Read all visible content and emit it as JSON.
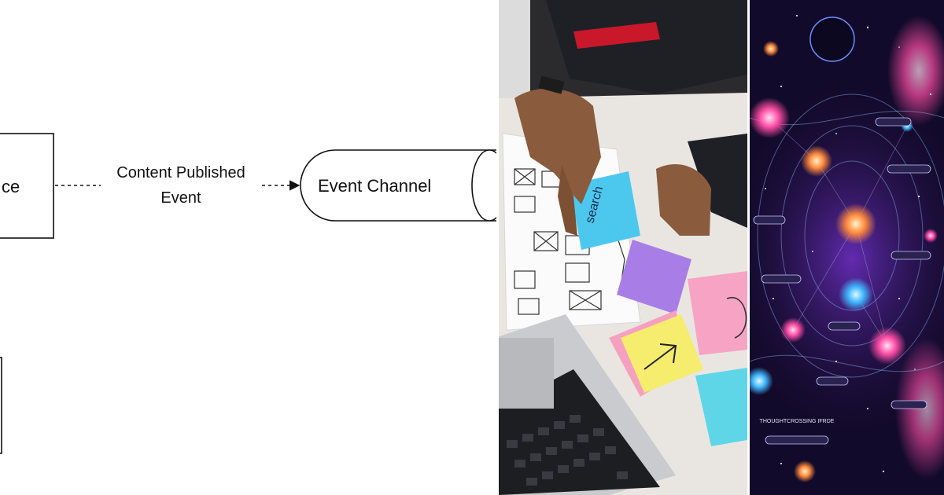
{
  "diagram": {
    "source_box_label_fragment": "ce",
    "edge_label_line1": "Content Published",
    "edge_label_line2": "Event",
    "channel_label": "Event Channel"
  },
  "photo": {
    "note_blue_text": "search",
    "colors": {
      "table": "#e9e6e2",
      "sticky_blue": "#4cc8ef",
      "sticky_purple": "#a87ee6",
      "sticky_pink": "#f7a3c4",
      "sticky_yellow": "#f6ec6e",
      "sticky_cyan": "#5fd6e8",
      "laptop": "#c9cbcf"
    }
  },
  "space": {
    "caption": "THOUGHTCROSSING IFRDE",
    "colors": {
      "background": "#120a2a",
      "glow_orange": "#ff8a3d",
      "glow_pink": "#ff4da6",
      "glow_blue": "#3fb7ff"
    }
  }
}
